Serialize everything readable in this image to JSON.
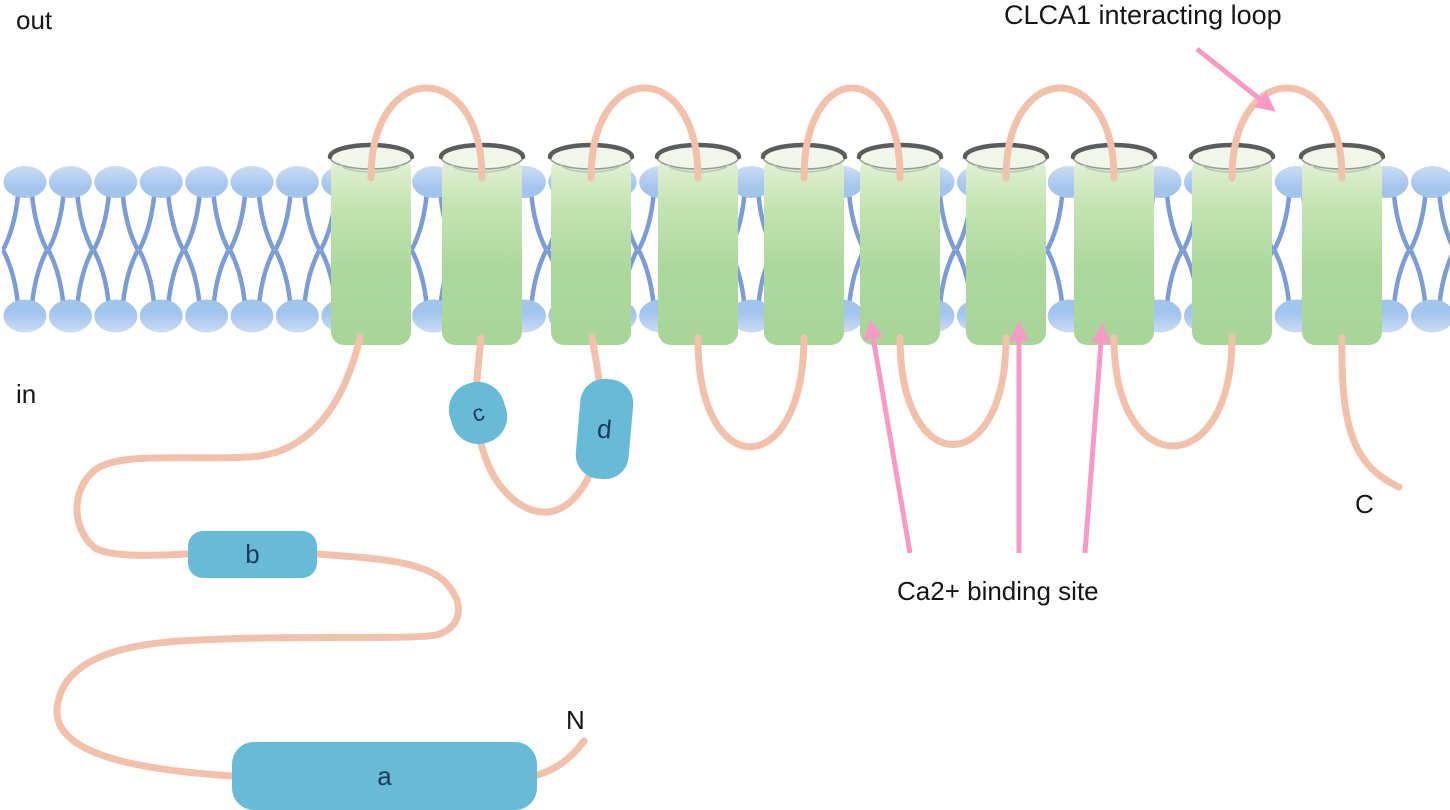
{
  "figure": {
    "type": "membrane protein topology diagram",
    "out_label": "out",
    "in_label": "in",
    "n_terminus_label": "N",
    "c_terminus_label": "C",
    "clca1_annotation": "CLCA1 interacting loop",
    "ca_annotation": "Ca2+ binding site",
    "helix_count": 10,
    "domains": [
      {
        "id": "a",
        "label": "a"
      },
      {
        "id": "b",
        "label": "b"
      },
      {
        "id": "c",
        "label": "c"
      },
      {
        "id": "d",
        "label": "d"
      }
    ]
  },
  "colors": {
    "helix_fill": "#a8d697",
    "helix_fill_light": "#e4f2d8",
    "helix_rim_fill": "#f0f6ea",
    "helix_rim_stroke": "#5c5c5c",
    "lipid_head": "#a3c4ec",
    "lipid_head_light": "#ccdcf5",
    "lipid_tail": "#7b9dd4",
    "strand": "#f2c1ab",
    "domain_box": "#68bbd6",
    "domain_text": "#20395c",
    "arrow_pink": "#f79ac6",
    "label_text": "#161616"
  }
}
